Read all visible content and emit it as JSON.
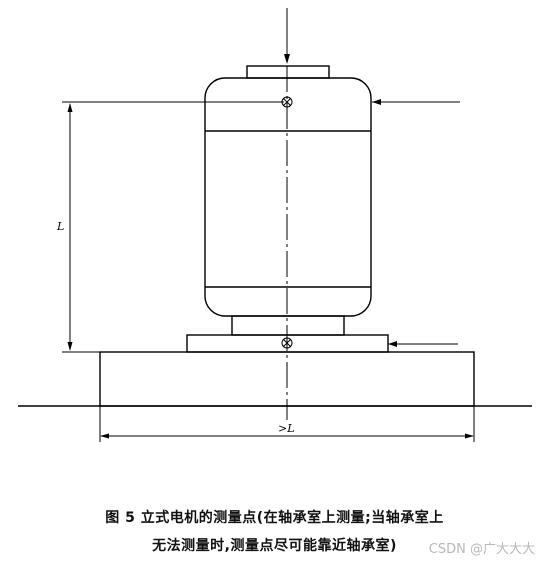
{
  "diagram": {
    "height_label": "L",
    "base_width_label": ">L"
  },
  "caption": {
    "line1": "图 5  立式电机的测量点(在轴承室上测量;当轴承室上",
    "line2": "无法测量时,测量点尽可能靠近轴承室)"
  },
  "watermark": "CSDN @广大大大"
}
